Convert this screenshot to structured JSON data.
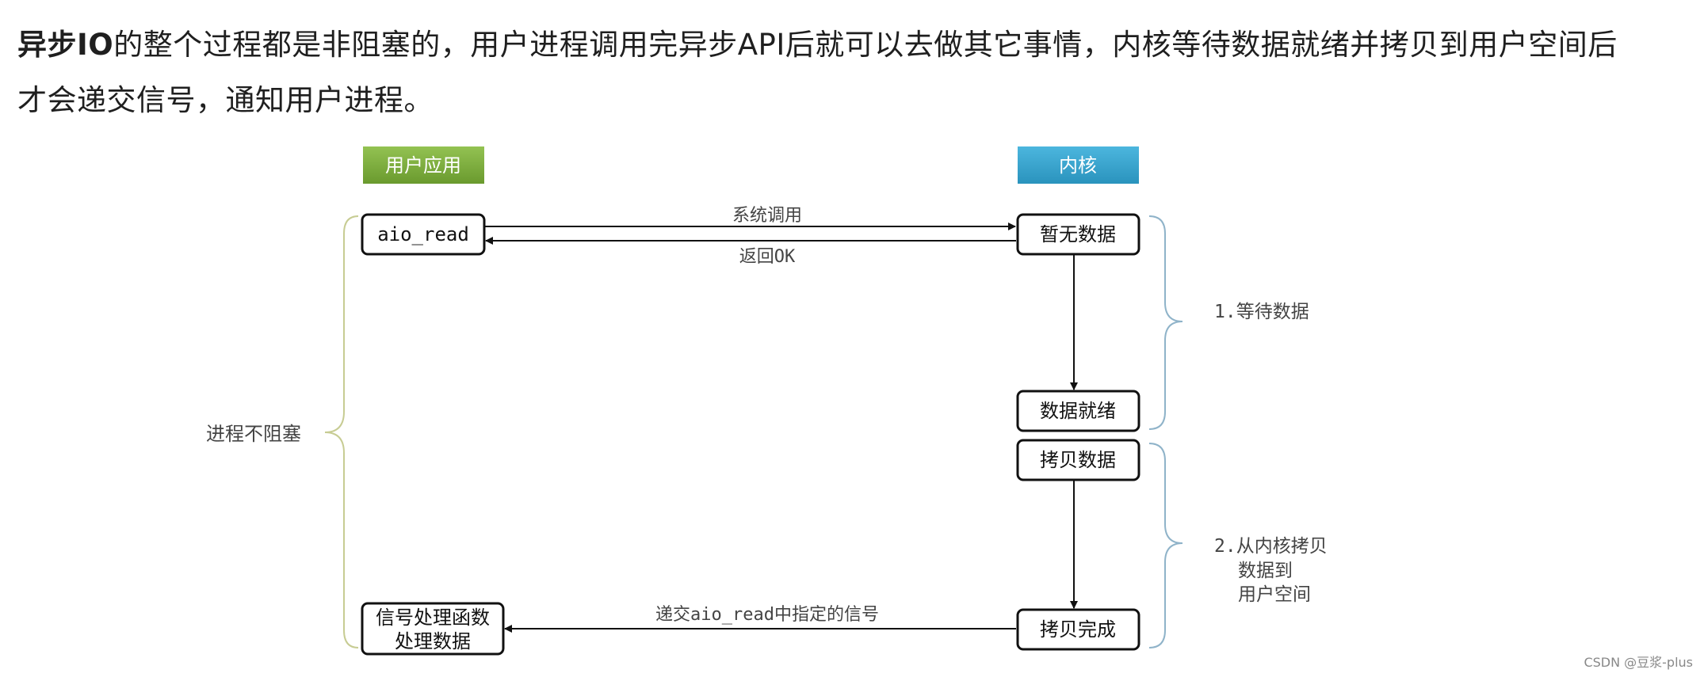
{
  "intro": {
    "bold": "异步IO",
    "rest": "的整个过程都是非阻塞的，用户进程调用完异步API后就可以去做其它事情，内核等待数据就绪并拷贝到用户空间后才会递交信号，通知用户进程。"
  },
  "diagram": {
    "header_user": "用户应用",
    "header_kernel": "内核",
    "user_call_box": "aio_read",
    "signal_handler_line1": "信号处理函数",
    "signal_handler_line2": "处理数据",
    "kernel_no_data": "暂无数据",
    "kernel_data_ready": "数据就绪",
    "kernel_copy_data": "拷贝数据",
    "kernel_copy_done": "拷贝完成",
    "arrow_syscall": "系统调用",
    "arrow_return_ok": "返回OK",
    "arrow_deliver_signal": "递交aio_read中指定的信号",
    "brace_non_blocking": "进程不阻塞",
    "phase1": "1.等待数据",
    "phase2_line1": "2.从内核拷贝",
    "phase2_line2": "数据到",
    "phase2_line3": "用户空间",
    "colors": {
      "user_header": "#7cad3a",
      "kernel_header": "#35a4cf",
      "left_brace": "#c7cc93",
      "right_brace": "#8fb3c9"
    }
  },
  "watermark": "CSDN @豆浆-plus"
}
